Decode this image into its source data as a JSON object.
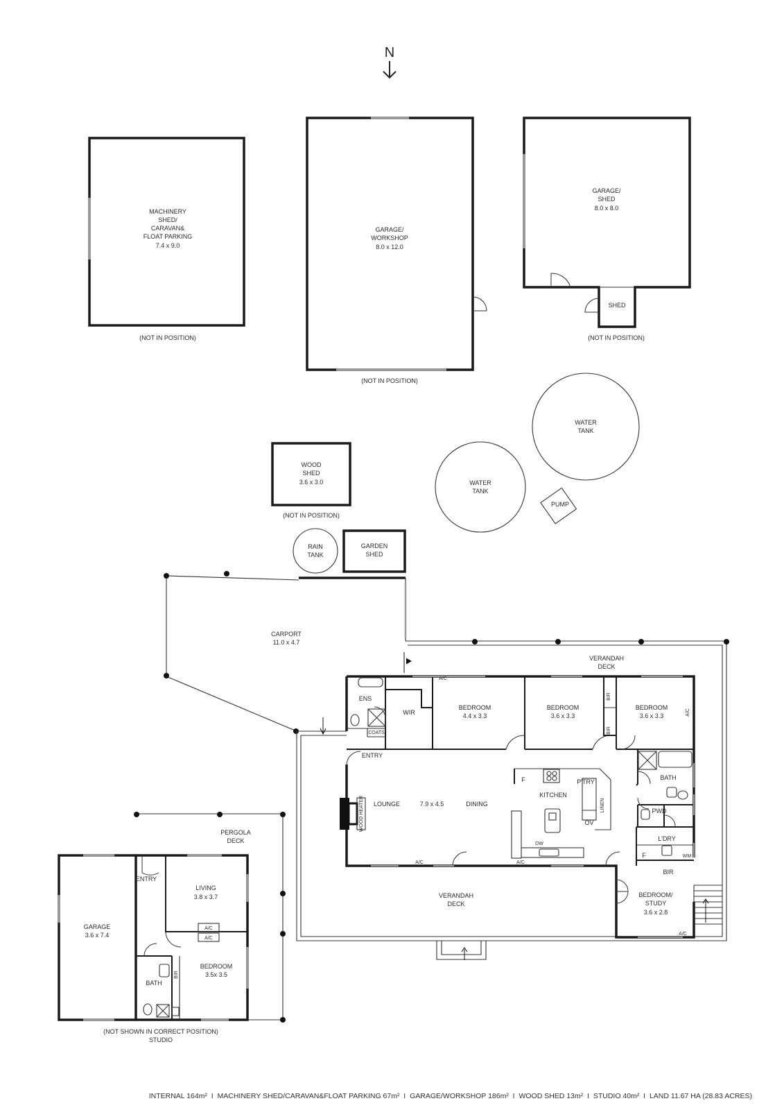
{
  "compass": {
    "label": "N"
  },
  "buildings": {
    "machinery": {
      "line1": "MACHINERY",
      "line2": "SHED/",
      "line3": "CARAVAN&",
      "line4": "FLOAT PARKING",
      "dims": "7.4 x 9.0",
      "note": "(NOT IN POSITION)"
    },
    "workshop": {
      "line1": "GARAGE/",
      "line2": "WORKSHOP",
      "dims": "8.0 x 12.0",
      "note": "(NOT IN POSITION)"
    },
    "garage_shed": {
      "line1": "GARAGE/",
      "line2": "SHED",
      "dims": "8.0 x 8.0",
      "shed": "SHED",
      "note": "(NOT IN POSITION)"
    },
    "water_tank_1": {
      "line1": "WATER",
      "line2": "TANK"
    },
    "water_tank_2": {
      "line1": "WATER",
      "line2": "TANK"
    },
    "pump": "PUMP",
    "wood_shed": {
      "line1": "WOOD",
      "line2": "SHED",
      "dims": "3.6 x 3.0",
      "note": "(NOT IN POSITION)"
    },
    "rain_tank": {
      "line1": "RAIN",
      "line2": "TANK"
    },
    "garden_shed": {
      "line1": "GARDEN",
      "line2": "SHED"
    },
    "carport": {
      "name": "CARPORT",
      "dims": "11.0 x 4.7"
    }
  },
  "house": {
    "verandah_n": {
      "line1": "VERANDAH",
      "line2": "DECK"
    },
    "verandah_s": {
      "line1": "VERANDAH",
      "line2": "DECK"
    },
    "ens": "ENS",
    "wir": "WIR",
    "coats": "COATS",
    "entry": "ENTRY",
    "bed1": {
      "name": "BEDROOM",
      "dims": "4.4 x 3.3"
    },
    "bed2": {
      "name": "BEDROOM",
      "dims": "3.6 x 3.3"
    },
    "bed3": {
      "name": "BEDROOM",
      "dims": "3.6 x 3.3"
    },
    "bir": "BIR",
    "ac": "A/C",
    "lounge": "LOUNGE",
    "lounge_dims": "7.9 x 4.5",
    "dining": "DINING",
    "wood_heater": "WOOD HEATER",
    "kitchen": "KITCHEN",
    "pantry": "P'TRY",
    "linen": "LINEN",
    "ov": "OV",
    "f": "F",
    "dw": "DW",
    "bath": "BATH",
    "pwd": "PWD",
    "ldry": "L'DRY",
    "wm": "WM",
    "study": {
      "line1": "BEDROOM/",
      "line2": "STUDY",
      "dims": "3.6 x 2.8"
    }
  },
  "studio": {
    "pergola": {
      "line1": "PERGOLA",
      "line2": "DECK"
    },
    "garage": {
      "name": "GARAGE",
      "dims": "3.6 x 7.4"
    },
    "entry": "ENTRY",
    "living": {
      "name": "LIVING",
      "dims": "3.8 x 3.7"
    },
    "bedroom": {
      "name": "BEDROOM",
      "dims": "3.5x 3.5"
    },
    "bath": "BATH",
    "bir": "BIR",
    "ac": "A/C",
    "note": "(NOT SHOWN IN CORRECT POSITION)",
    "name": "STUDIO"
  },
  "footer": [
    "INTERNAL 164m²",
    "MACHINERY SHED/CARAVAN&FLOAT PARKING 67m²",
    "GARAGE/WORKSHOP 186m²",
    "WOOD SHED 13m²",
    "STUDIO  40m²",
    "LAND 11.67 HA (28.83 ACRES)"
  ]
}
